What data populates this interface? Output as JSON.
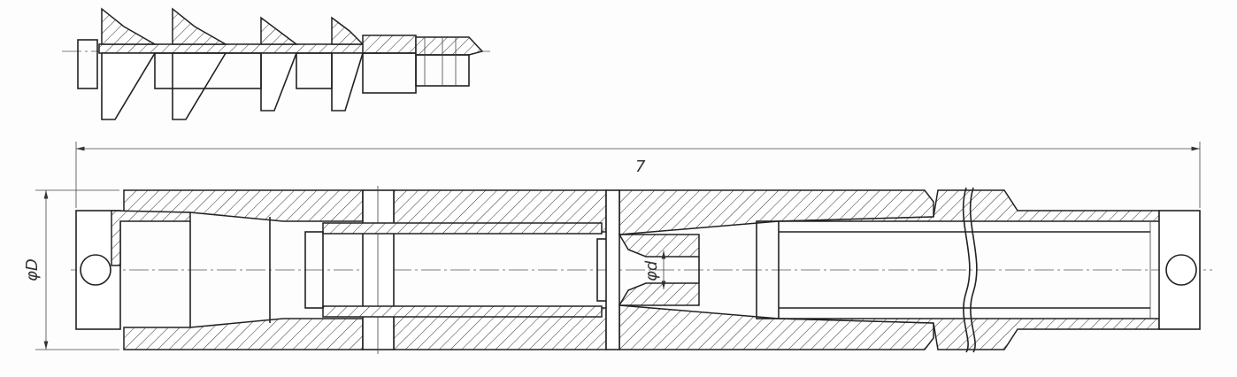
{
  "drawing": {
    "length_label": "7",
    "outer_diameter_label": "φD",
    "inner_diameter_label": "φd"
  }
}
